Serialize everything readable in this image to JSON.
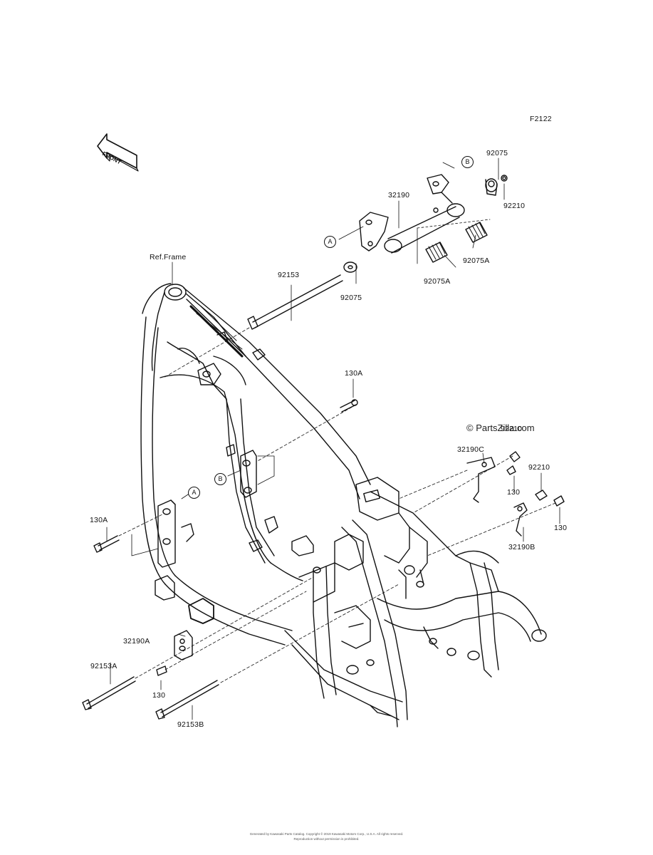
{
  "diagram": {
    "code": "F2122",
    "front_arrow": "FRONT",
    "ref_frame": "Ref.Frame",
    "watermark": "© PartsZilla.com",
    "footer_line1": "Generated by Kawasaki Parts Catalog. Copyright © 2019 Kawasaki Motors Corp., U.S.A. All rights reserved.",
    "footer_line2": "Reproduction without permission is prohibited.",
    "callouts": {
      "A": "A",
      "B": "B"
    },
    "parts": {
      "p92075_top": "92075",
      "p92210_top": "92210",
      "p32190": "32190",
      "p92075A_right": "92075A",
      "p92075A_mid": "92075A",
      "p92153": "92153",
      "p92075_mid": "92075",
      "p130A_mid": "130A",
      "p92210_r1": "92210",
      "p32190C": "32190C",
      "p130_r1": "130",
      "p92210_r2": "92210",
      "p130_r2": "130",
      "p32190B": "32190B",
      "p130A_left": "130A",
      "p32190A": "32190A",
      "p92153A": "92153A",
      "p130_left": "130",
      "p92153B": "92153B"
    }
  }
}
